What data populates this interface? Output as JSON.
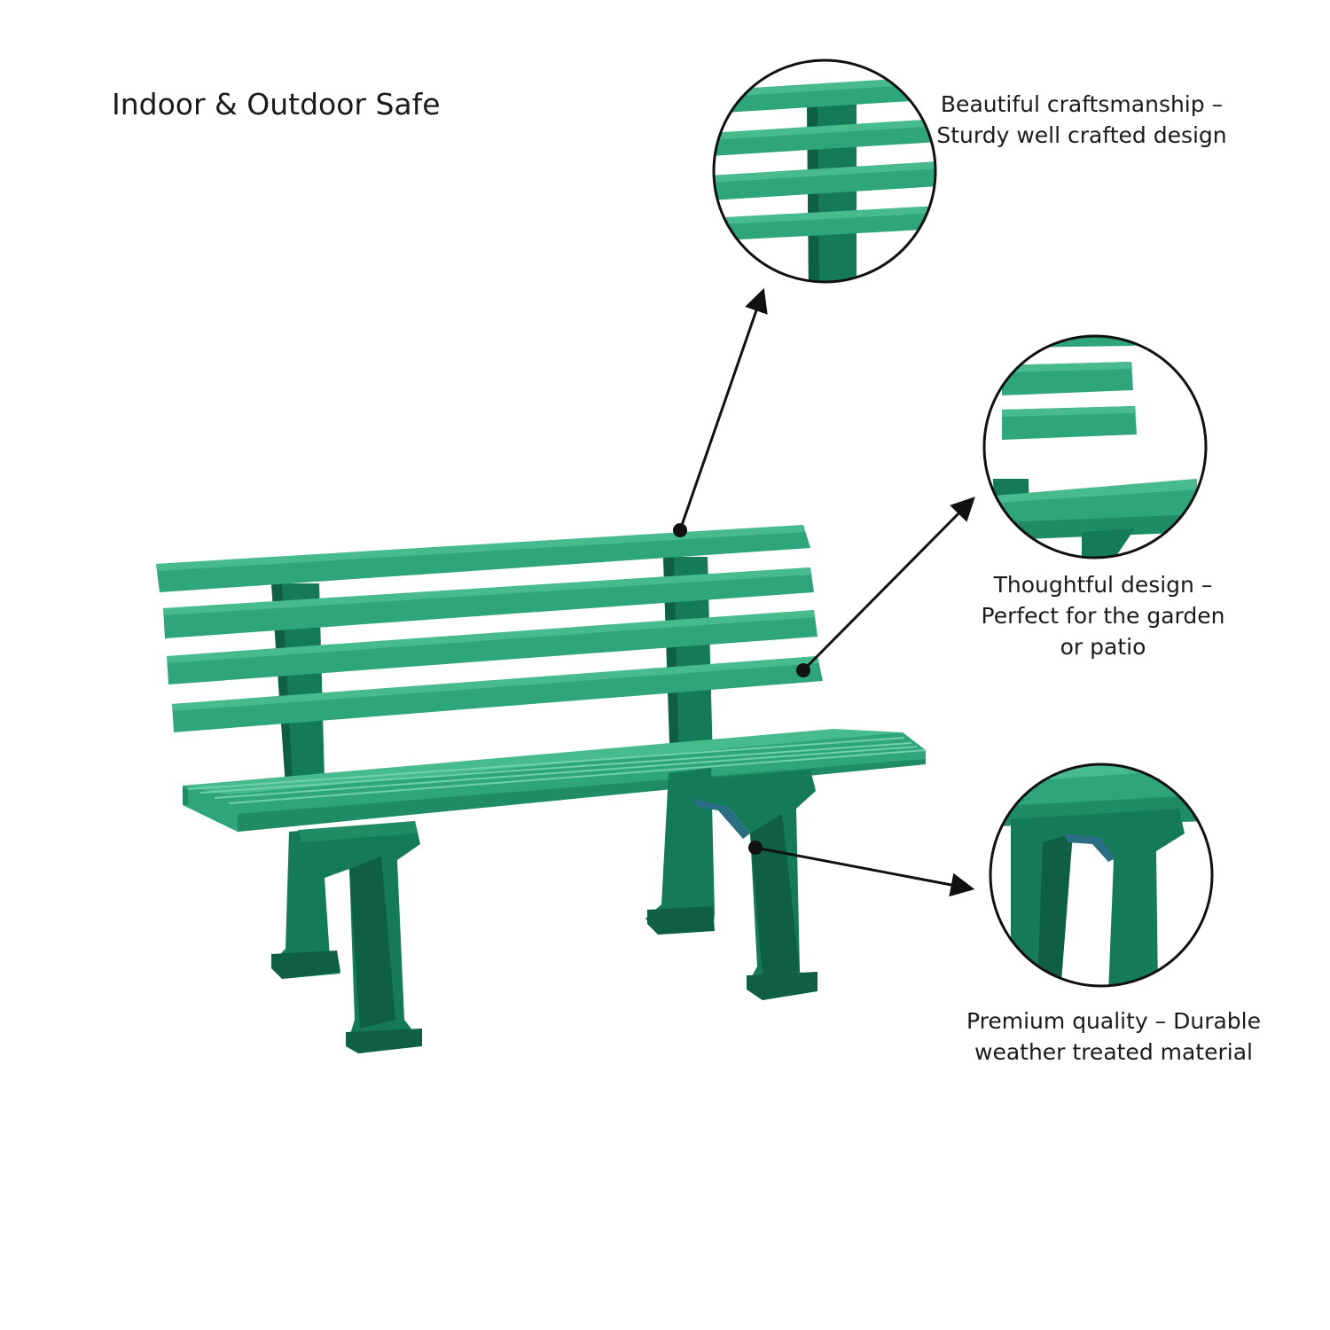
{
  "headline": "Indoor & Outdoor Safe",
  "callouts": [
    {
      "lines": [
        "Beautiful craftsmanship –",
        "Sturdy well crafted design"
      ]
    },
    {
      "lines": [
        "Thoughtful design –",
        "Perfect for the garden",
        "or patio"
      ]
    },
    {
      "lines": [
        "Premium quality – Durable",
        "weather treated material"
      ]
    }
  ],
  "colors": {
    "slat": "#2fa679",
    "slat_light": "#48bb8e",
    "leg": "#147a58",
    "leg_dark": "#0e5f44",
    "leg_shadow": "#2a6e84",
    "outline": "#111111"
  },
  "icons": [
    "arrow-icon"
  ]
}
